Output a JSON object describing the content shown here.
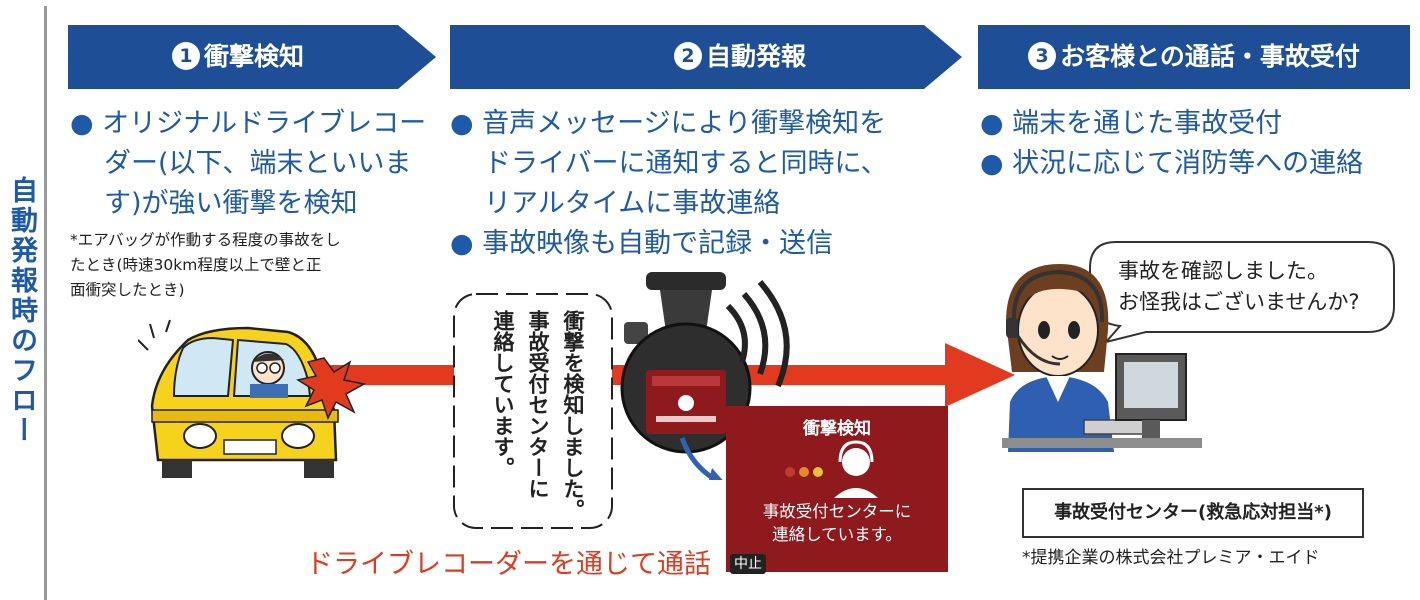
{
  "sidebar": {
    "title": "自動発報時のフロー"
  },
  "steps": [
    {
      "num": "1",
      "label": "衝撃検知"
    },
    {
      "num": "2",
      "label": "自動発報"
    },
    {
      "num": "3",
      "label": "お客様との通話・事故受付"
    }
  ],
  "step1": {
    "bullet_lines": [
      "オリジナルドライブレコー",
      "ダー(以下、端末といいま",
      "す)が強い衝撃を検知"
    ],
    "note_lines": [
      "*エアバッグが作動する程度の事故をし",
      "たとき(時速30km程度以上で壁と正",
      "面衝突したとき)"
    ]
  },
  "step2": {
    "bullet1_lines": [
      "音声メッセージにより衝撃検知を",
      "ドライバーに通知すると同時に、",
      "リアルタイムに事故連絡"
    ],
    "bullet2": "事故映像も自動で記録・送信",
    "voice_message": "衝撃を検知しました。事故受付センターに連絡しています。",
    "voice_col1": "衝撃を検知しました。",
    "voice_col2": "事故受付センターに",
    "voice_col3": "連絡しています。",
    "caption": "ドライブレコーダーを通じて通話",
    "screen": {
      "title": "衝撃検知",
      "message_lines": [
        "事故受付センターに",
        "連絡しています。"
      ],
      "cancel": "中止"
    }
  },
  "step3": {
    "bullets": [
      "端末を通じた事故受付",
      "状況に応じて消防等への連絡"
    ],
    "speech_lines": [
      "事故を確認しました。",
      "お怪我はございませんか?"
    ],
    "center_label": "事故受付センター(救急応対担当*)",
    "center_note": "*提携企業の株式会社プレミア・エイド"
  },
  "colors": {
    "step_blue": "#1e4f96",
    "text_blue": "#1f5aa8",
    "arrow_red": "#e23a1f",
    "screen_red": "#8e1a1d",
    "car_yellow": "#f6d21c"
  }
}
